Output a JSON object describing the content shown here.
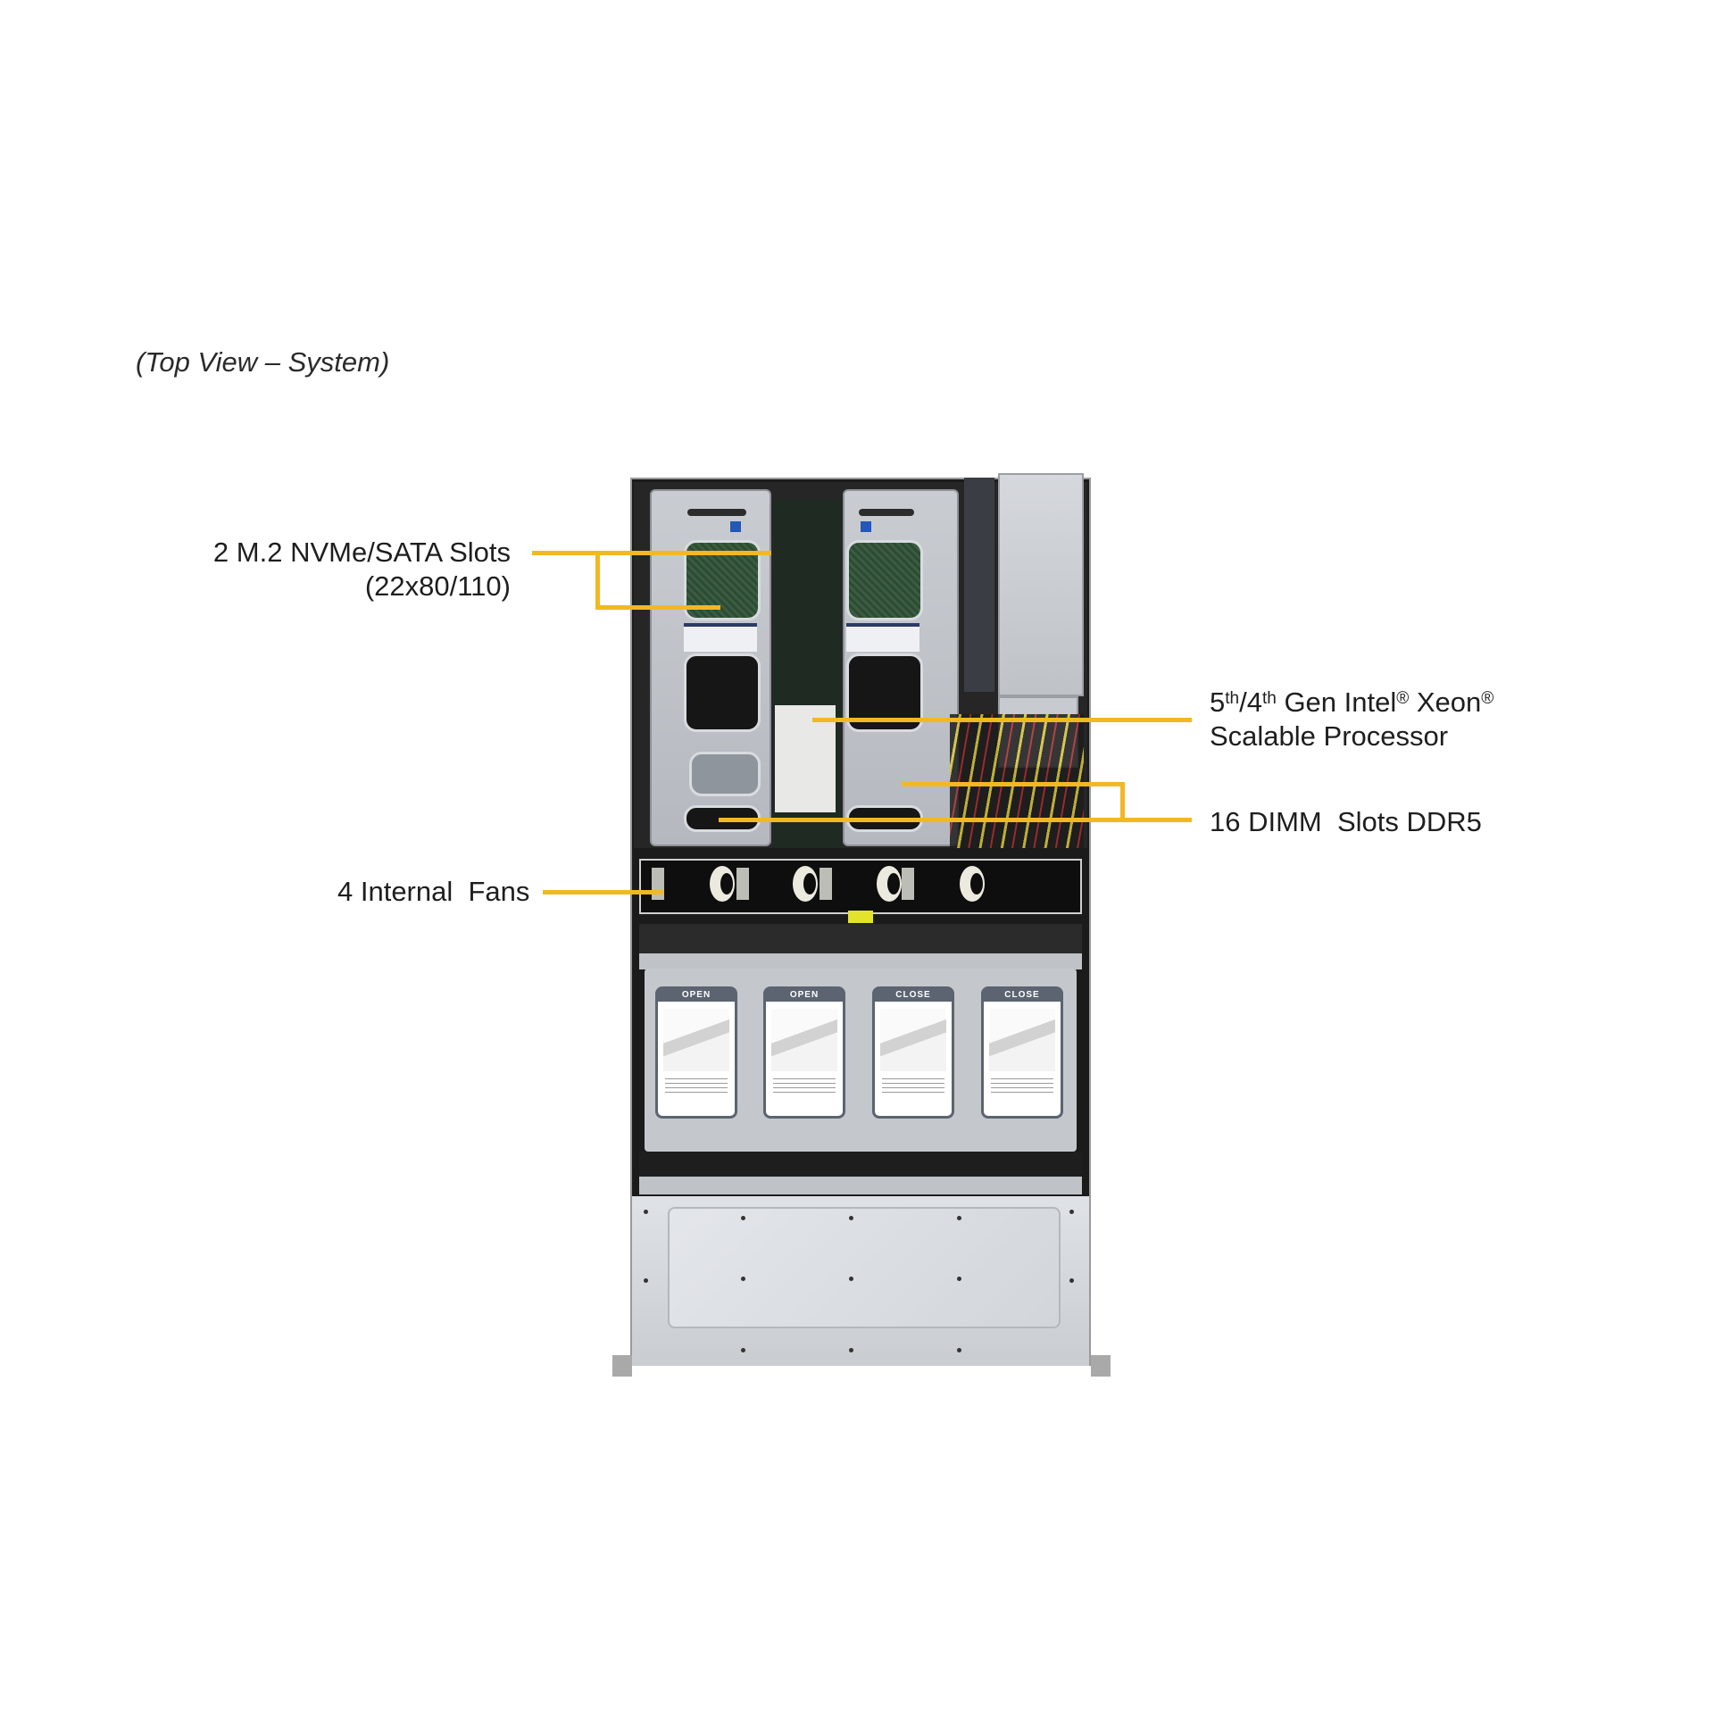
{
  "title": "(Top View – System)",
  "callouts": {
    "m2": {
      "line1": "2 M.2 NVMe/SATA Slots",
      "line2": "(22x80/110)"
    },
    "cpu": {
      "gen_a": "5",
      "sup_a": "th",
      "gen_b": "/4",
      "sup_b": "th",
      "text1": " Gen Intel",
      "reg1": "®",
      "text2": " Xeon",
      "reg2": "®",
      "line2": "Scalable Processor"
    },
    "dimm": {
      "label": "16 DIMM  Slots DDR5"
    },
    "fans": {
      "label": "4 Internal  Fans"
    }
  },
  "drive_cards": [
    {
      "header": "OPEN"
    },
    {
      "header": "OPEN"
    },
    {
      "header": "CLOSE"
    },
    {
      "header": "CLOSE"
    }
  ],
  "colors": {
    "callout_line": "#f2b824",
    "text": "#1e1e1e"
  }
}
